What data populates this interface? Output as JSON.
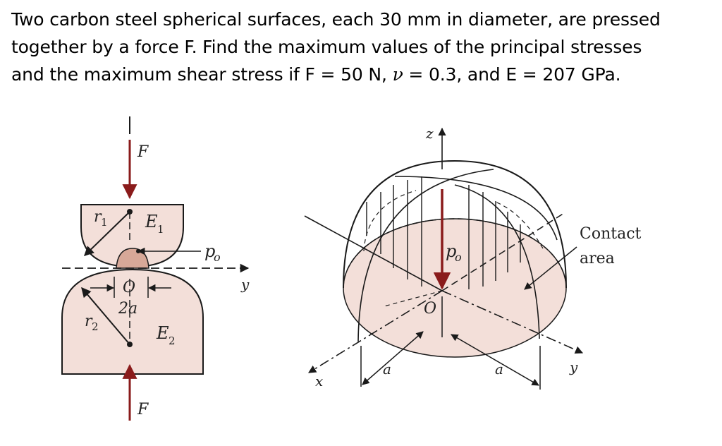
{
  "problem": {
    "line1": "Two carbon steel spherical surfaces, each 30 mm in diameter, are pressed",
    "line2": "together by a force F.  Find the maximum values of the principal stresses",
    "line3_a": "and the maximum shear stress if F = 50 N, ",
    "nu_symbol": "ν",
    "line3_b": " = 0.3, and E = 207 GPa."
  },
  "left_figure": {
    "force_top": "F",
    "force_bottom": "F",
    "r1": "r",
    "r1_sub": "1",
    "r2": "r",
    "r2_sub": "2",
    "E1": "E",
    "E1_sub": "1",
    "E2": "E",
    "E2_sub": "2",
    "origin": "O",
    "width_label": "2a",
    "pressure": "p",
    "pressure_sub": "o",
    "axis_y": "y"
  },
  "right_figure": {
    "axis_z": "z",
    "axis_x": "x",
    "axis_y": "y",
    "origin": "O",
    "pressure": "p",
    "pressure_sub": "o",
    "contact_label_1": "Contact",
    "contact_label_2": "area",
    "a_left": "a",
    "a_right": "a"
  },
  "colors": {
    "fill": "#f3dfd9",
    "contact_fill": "#d7a898",
    "arrow": "#8a1b1b",
    "line": "#1a1a1a"
  }
}
